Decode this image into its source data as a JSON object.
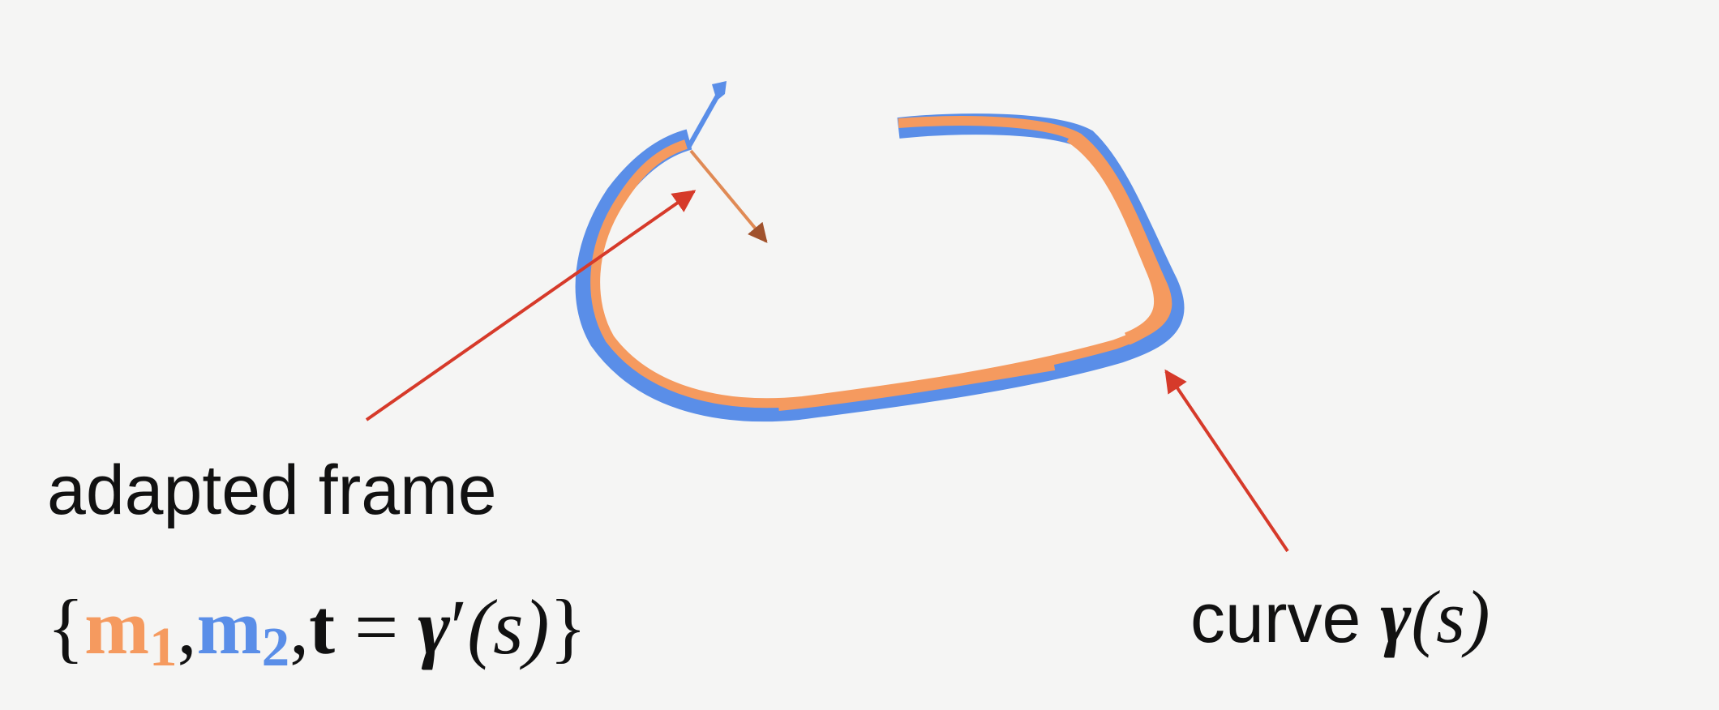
{
  "colors": {
    "background": "#f5f5f4",
    "m1": "#f59a5f",
    "m2": "#5a8ee8",
    "arrow": "#d63a2a",
    "text": "#111111"
  },
  "labels": {
    "frame_label": "adapted frame",
    "curve_word": "curve",
    "gamma": "γ",
    "s_arg": "(s)"
  },
  "frame_formula": {
    "open_brace": "{",
    "m_letter": "m",
    "sub1": "1",
    "sub2": "2",
    "comma": ",",
    "t_letter": "t",
    "equals": " = ",
    "gamma": "γ",
    "prime": "′",
    "s_arg": "(s)",
    "close_brace": "}"
  }
}
